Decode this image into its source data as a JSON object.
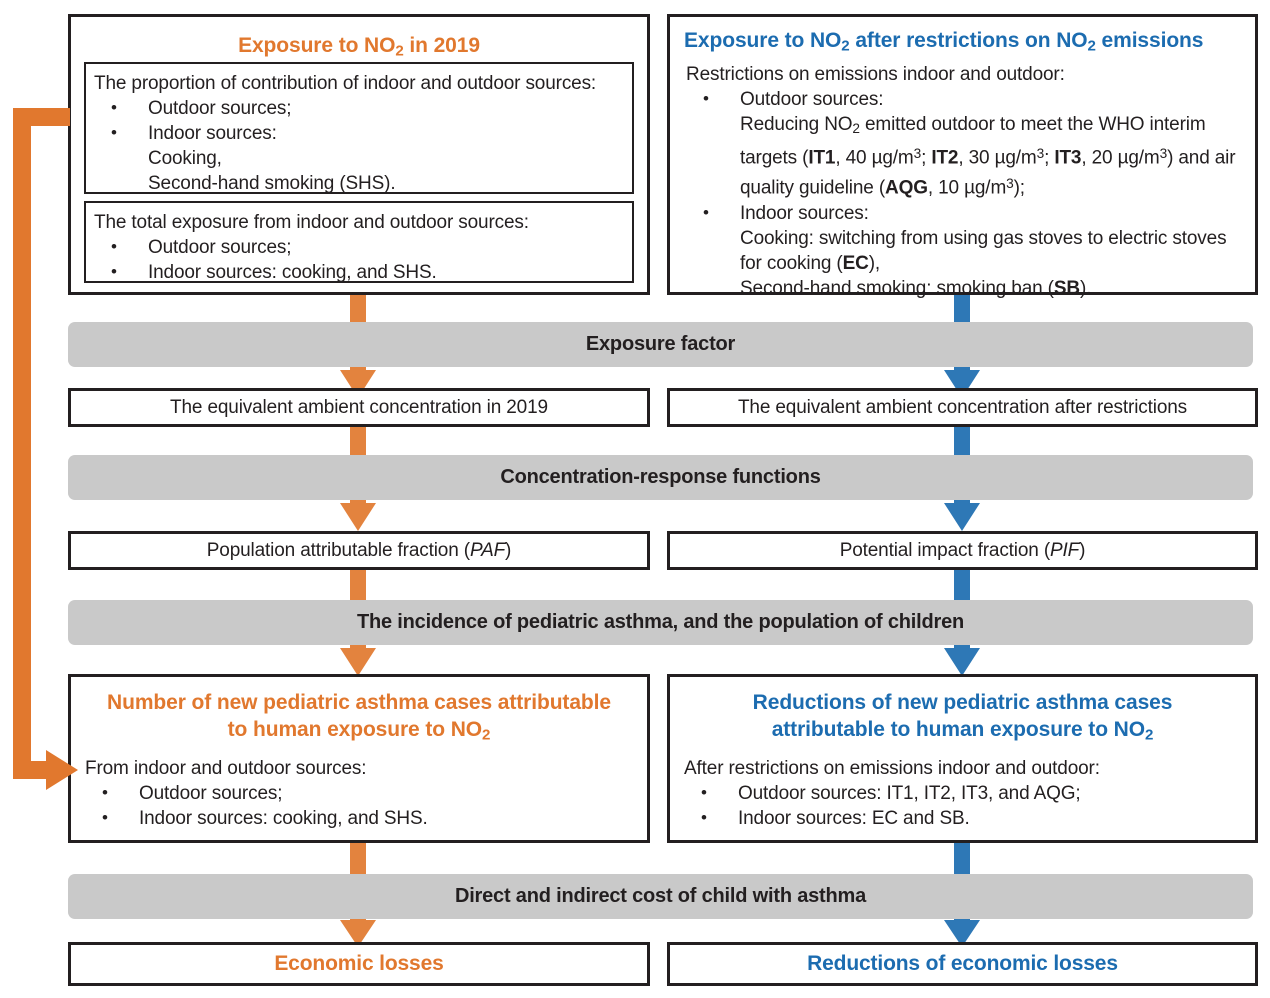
{
  "colors": {
    "orange": "#E1782E",
    "blue": "#1C6CB0",
    "band_gray": "#C9C9C9",
    "border": "#231F20",
    "background": "#FFFFFF"
  },
  "left_column": {
    "header_title": "Exposure to NO2 in 2019",
    "panel_a": {
      "lead": "The proportion of contribution of indoor and outdoor sources:",
      "items": [
        "Outdoor sources;",
        "Indoor sources:"
      ],
      "sub_items": [
        "Cooking,",
        "Second-hand smoking (SHS)."
      ]
    },
    "panel_b": {
      "lead": "The total exposure from indoor and outdoor sources:",
      "items": [
        "Outdoor sources;",
        "Indoor sources: cooking, and SHS."
      ]
    },
    "concentration_box": "The equivalent ambient concentration in 2019",
    "fraction_box": "Population attributable fraction (PAF)",
    "fraction_box_plain": "Population attributable fraction (",
    "fraction_box_italic": "PAF",
    "outcome": {
      "title_line1": "Number of new pediatric asthma cases attributable",
      "title_line2": "to human exposure to NO2",
      "lead": "From indoor and outdoor sources:",
      "items": [
        "Outdoor sources;",
        "Indoor sources: cooking, and SHS."
      ]
    },
    "economic_box": "Economic losses"
  },
  "right_column": {
    "header_title": "Exposure to NO2 after restrictions on NO2 emissions",
    "panel": {
      "lead": "Restrictions on emissions indoor and outdoor:",
      "item_outdoor": "Outdoor sources:",
      "outdoor_detail_line1": "Reducing NO2 emitted outdoor to meet the WHO interim",
      "outdoor_detail_line2": "targets (IT1, 40 µg/m3; IT2, 30 µg/m3; IT3, 20 µg/m3) and air",
      "outdoor_detail_line3": "quality guideline (AQG, 10 µg/m3);",
      "item_indoor": "Indoor sources:",
      "indoor_detail_line1": "Cooking: switching from using gas stoves to electric stoves",
      "indoor_detail_line2": "for cooking (EC),",
      "indoor_detail_line3": "Second-hand smoking: smoking ban (SB)."
    },
    "concentration_box": "The equivalent ambient concentration after restrictions",
    "fraction_box": "Potential impact fraction (PIF)",
    "fraction_box_plain": "Potential impact fraction (",
    "fraction_box_italic": "PIF",
    "outcome": {
      "title_line1": "Reductions of new pediatric asthma cases",
      "title_line2": "attributable to human exposure to NO2",
      "lead": "After restrictions on emissions indoor and outdoor:",
      "items": [
        "Outdoor sources: IT1, IT2, IT3, and AQG;",
        "Indoor sources: EC and SB."
      ]
    },
    "economic_box": "Reductions of economic losses"
  },
  "bands": [
    "Exposure factor",
    "Concentration-response functions",
    "The incidence of pediatric asthma, and the population of children",
    "Direct and indirect cost of child with asthma"
  ],
  "who_targets": [
    {
      "label": "IT1",
      "value": "40 µg/m3"
    },
    {
      "label": "IT2",
      "value": "30 µg/m3"
    },
    {
      "label": "IT3",
      "value": "20 µg/m3"
    },
    {
      "label": "AQG",
      "value": "10 µg/m3"
    }
  ]
}
